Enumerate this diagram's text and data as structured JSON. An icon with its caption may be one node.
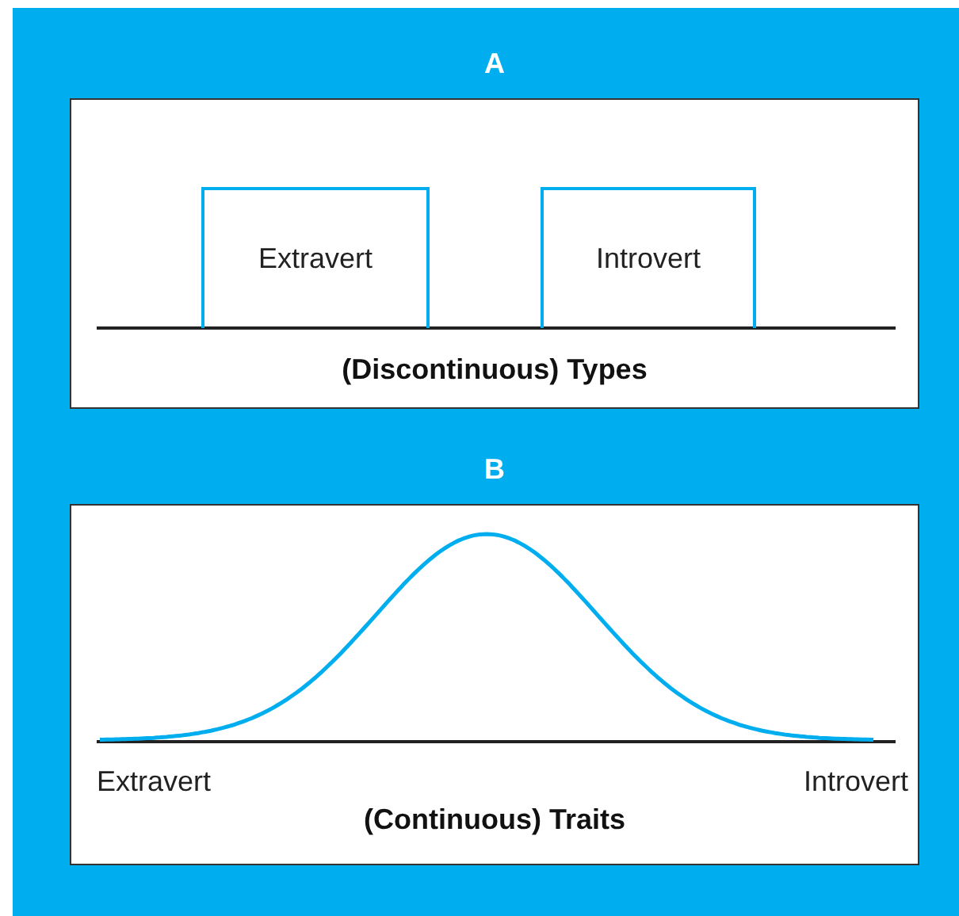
{
  "diagram": {
    "nodes": [
      {
        "text": [
          "A",
          "(Discontinuous) Types"
        ]
      },
      {
        "text": [
          "Extravert"
        ],
        "in": 0
      },
      {
        "text": [
          "Introvert"
        ],
        "in": 0
      },
      {
        "text": [
          "B",
          "(Continuous) Traits"
        ]
      }
    ],
    "edges": [],
    "labels": [
      "Extravert",
      "Introvert"
    ]
  }
}
